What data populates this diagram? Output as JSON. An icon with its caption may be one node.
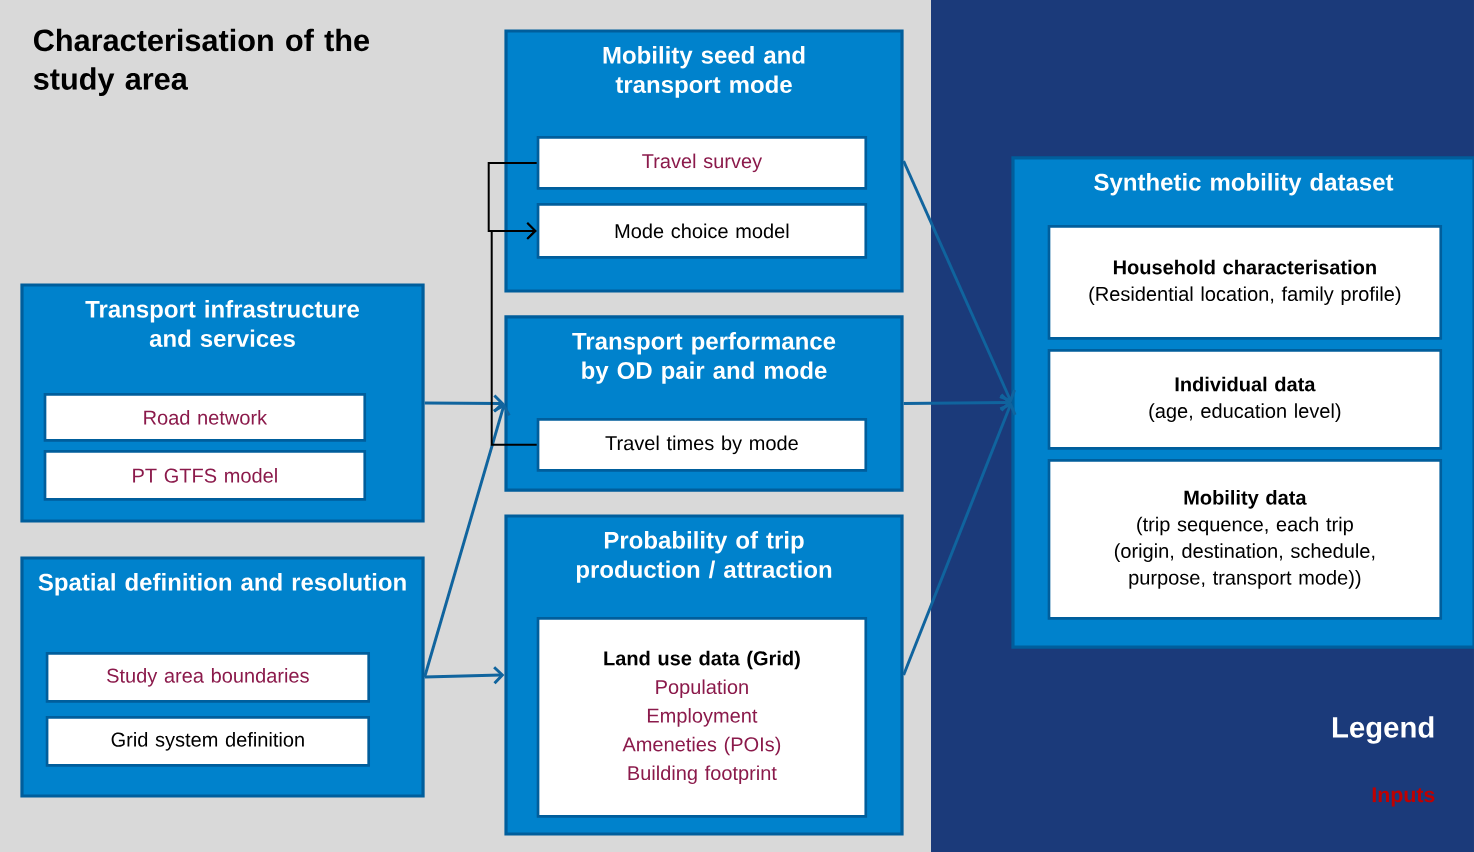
{
  "diagram": {
    "title": "Characterisation of the study area",
    "nodes": [
      {
        "text": [
          "Transport infrastructure and services"
        ]
      },
      {
        "text": [
          "Road network"
        ],
        "in": 0
      },
      {
        "text": [
          "PT GTFS model"
        ],
        "in": 0
      },
      {
        "text": [
          "Spatial definition and resolution"
        ]
      },
      {
        "text": [
          "Study area boundaries"
        ],
        "in": 3
      },
      {
        "text": [
          "Grid system definition"
        ],
        "in": 3
      },
      {
        "text": [
          "Mobility seed and transport mode"
        ]
      },
      {
        "text": [
          "Travel survey"
        ],
        "in": 6
      },
      {
        "text": [
          "Mode choice model"
        ],
        "in": 6
      },
      {
        "text": [
          "Transport performance by OD pair and mode"
        ]
      },
      {
        "text": [
          "Travel times by mode"
        ],
        "in": 9
      },
      {
        "text": [
          "Probability of trip production / attraction"
        ]
      },
      {
        "text": [
          "Land use data (Grid)",
          "Population",
          "Employment",
          "Ameneties (POIs)",
          "Building footprint"
        ],
        "in": 11
      },
      {
        "text": [
          "Synthetic mobility dataset"
        ]
      },
      {
        "text": [
          "Household characterisation",
          "(Residential location, family profile)"
        ],
        "in": 13
      },
      {
        "text": [
          "Individual data",
          "(age, education level)"
        ],
        "in": 13
      },
      {
        "text": [
          "Mobility data",
          "(trip sequence, each trip (origin, destination, schedule, purpose, transport mode))"
        ],
        "in": 13
      }
    ],
    "edges": [
      {
        "from": 0,
        "to": 9,
        "arrow": "to"
      },
      {
        "from": 3,
        "to": 9,
        "arrow": "to"
      },
      {
        "from": 3,
        "to": 11,
        "arrow": "to"
      },
      {
        "from": 7,
        "to": 8,
        "arrow": "to",
        "color": "#000000"
      },
      {
        "from": 10,
        "to": 8,
        "arrow": "to",
        "color": "#000000"
      },
      {
        "from": 6,
        "to": 13,
        "arrow": "to"
      },
      {
        "from": 9,
        "to": 13,
        "arrow": "to"
      },
      {
        "from": 11,
        "to": 13,
        "arrow": "to"
      }
    ],
    "labels": [
      "Legend"
    ],
    "legend": [
      {
        "text": "Inputs",
        "color": "#c00000"
      }
    ]
  }
}
